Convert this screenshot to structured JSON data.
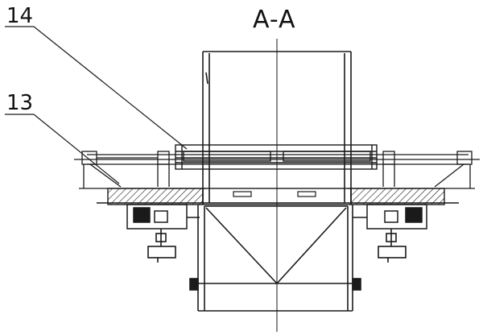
{
  "section_title": "A-A",
  "callouts": [
    {
      "id": "14",
      "text": "14"
    },
    {
      "id": "13",
      "text": "13"
    }
  ],
  "colors": {
    "line": "#1a1a1a",
    "background": "#ffffff"
  }
}
